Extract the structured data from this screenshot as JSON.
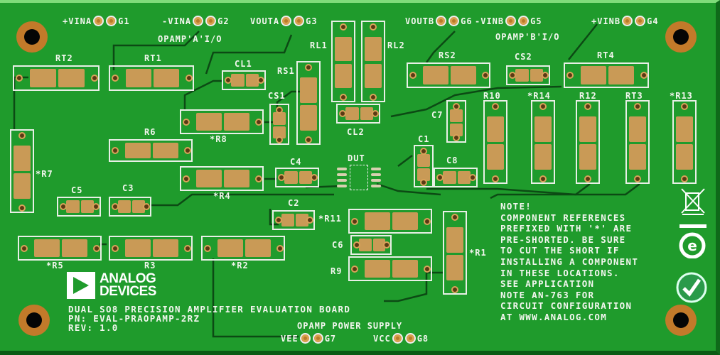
{
  "headers_top": [
    {
      "label": "+VINA",
      "gnd": "G1"
    },
    {
      "label": "-VINA",
      "gnd": "G2"
    },
    {
      "label": "VOUTA",
      "gnd": "G3"
    },
    {
      "label": "VOUTB",
      "gnd": "G6"
    },
    {
      "label": "-VINB",
      "gnd": "G5"
    },
    {
      "label": "+VINB",
      "gnd": "G4"
    }
  ],
  "io_labels": {
    "a": "OPAMP'A'I/O",
    "b": "OPAMP'B'I/O"
  },
  "power": {
    "label": "OPAMP POWER SUPPLY",
    "vee": "VEE",
    "vee_gnd": "G7",
    "vcc": "VCC",
    "vcc_gnd": "G8"
  },
  "components": [
    "RT2",
    "RT1",
    "R6",
    "*R8",
    "*R4",
    "RS2",
    "RT4",
    "*R5",
    "R3",
    "*R2",
    "*R11",
    "R9",
    "*R7",
    "RS1",
    "RL1",
    "RL2",
    "R10",
    "*R14",
    "R12",
    "RT3",
    "*R13",
    "*R1",
    "CL1",
    "C4",
    "C5",
    "C3",
    "C2",
    "C6",
    "C8",
    "CL2",
    "CS2",
    "CS1",
    "C7",
    "C1",
    "DUT"
  ],
  "logo": {
    "line1": "ANALOG",
    "line2": "DEVICES"
  },
  "title": [
    "DUAL SO8 PRECISION AMPLIFIER EVALUATION BOARD",
    "PN: EVAL-PRAOPAMP-2RZ",
    "REV: 1.0"
  ],
  "note": [
    "NOTE!",
    "COMPONENT REFERENCES",
    "PREFIXED WITH '*' ARE",
    "PRE-SHORTED. BE SURE",
    "TO CUT THE SHORT IF",
    "INSTALLING A COMPONENT",
    "IN THESE LOCATIONS.",
    "SEE APPLICATION",
    "NOTE AN-763 FOR",
    "CIRCUIT CONFIGURATION",
    "AT WWW.ANALOG.COM"
  ],
  "colors": {
    "board": "#1f9b2c",
    "pad": "#c99a56",
    "silk": "#f2f6ee"
  }
}
